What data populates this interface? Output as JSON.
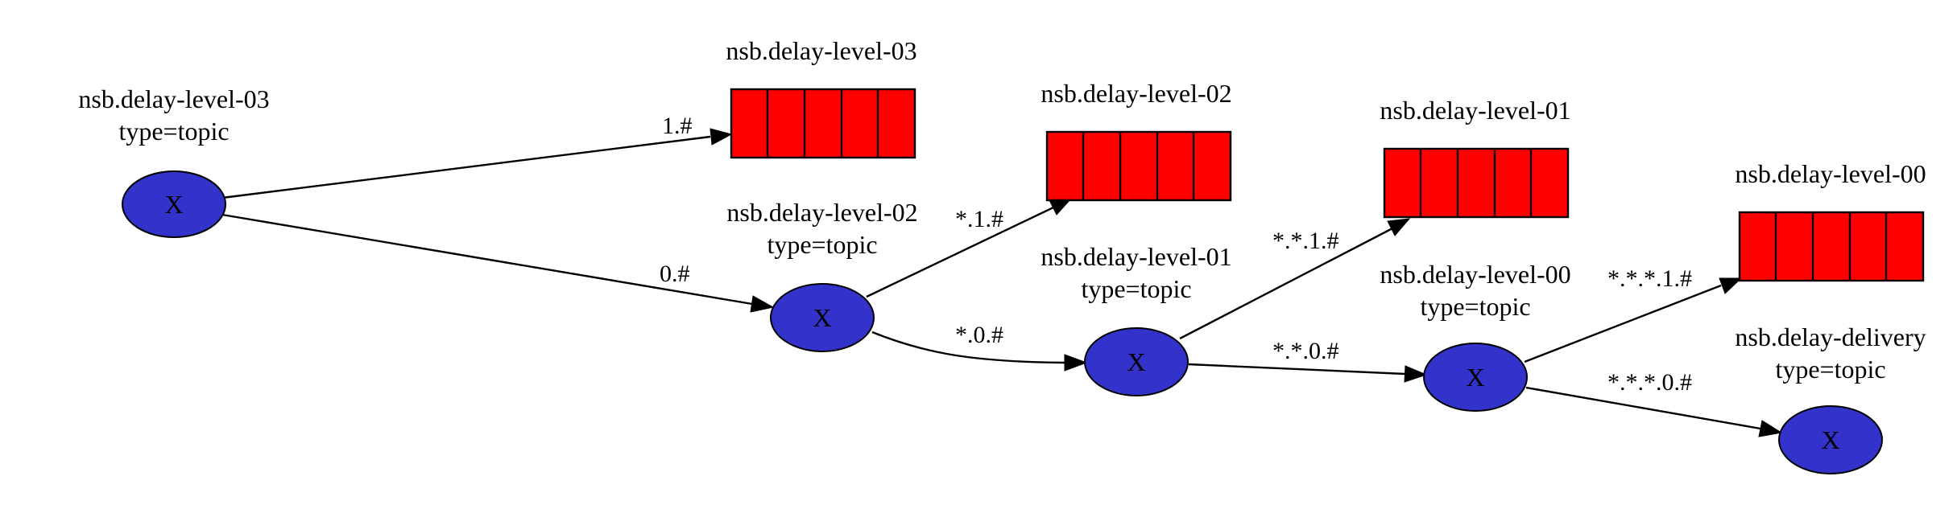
{
  "colors": {
    "exchange_fill": "#3333cc",
    "queue_fill": "#ff0000",
    "edge": "#000000",
    "background": "#ffffff"
  },
  "exchanges": {
    "level03": {
      "name": "nsb.delay-level-03",
      "type": "type=topic",
      "symbol": "X"
    },
    "level02": {
      "name": "nsb.delay-level-02",
      "type": "type=topic",
      "symbol": "X"
    },
    "level01": {
      "name": "nsb.delay-level-01",
      "type": "type=topic",
      "symbol": "X"
    },
    "level00": {
      "name": "nsb.delay-level-00",
      "type": "type=topic",
      "symbol": "X"
    },
    "delivery": {
      "name": "nsb.delay-delivery",
      "type": "type=topic",
      "symbol": "X"
    }
  },
  "queues": {
    "level03": {
      "name": "nsb.delay-level-03"
    },
    "level02": {
      "name": "nsb.delay-level-02"
    },
    "level01": {
      "name": "nsb.delay-level-01"
    },
    "level00": {
      "name": "nsb.delay-level-00"
    }
  },
  "bindings": {
    "ex03_q03": "1.#",
    "ex03_ex02": "0.#",
    "ex02_q02": "*.1.#",
    "ex02_ex01": "*.0.#",
    "ex01_q01": "*.*.1.#",
    "ex01_ex00": "*.*.0.#",
    "ex00_q00": "*.*.*.1.#",
    "ex00_delivery": "*.*.*.0.#"
  }
}
